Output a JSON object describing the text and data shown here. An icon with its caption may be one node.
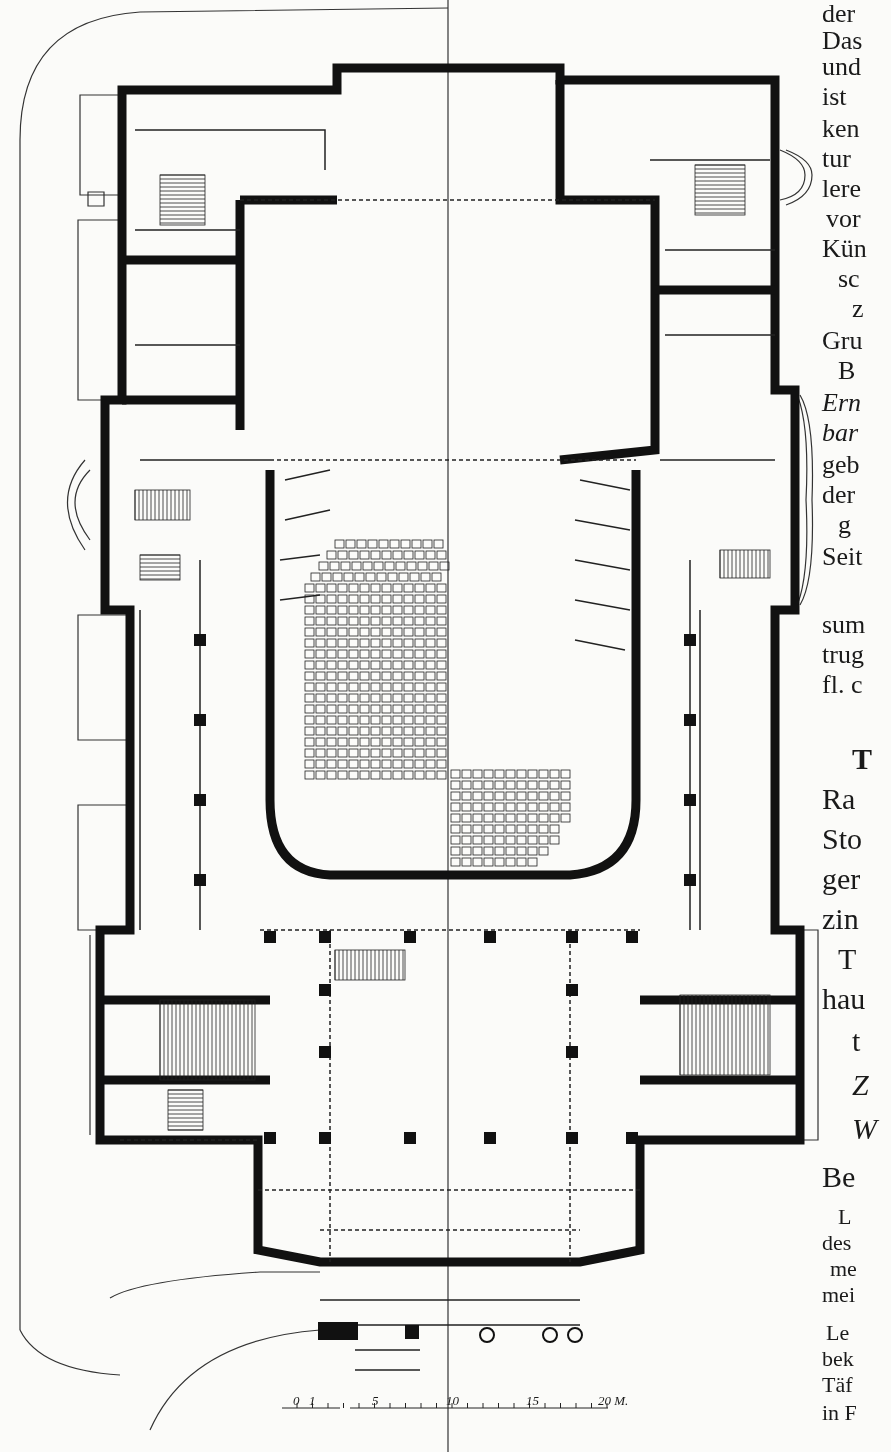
{
  "diagram": {
    "labels": [
      "der",
      "Das",
      "und",
      "ist",
      "ken",
      "tur",
      "lere",
      "vor",
      "Kün",
      "sc",
      "z",
      "Gru",
      "B",
      "Ern",
      "bar",
      "geb",
      "der",
      "g",
      "Seit",
      "sum",
      "trug",
      "fl. c",
      "T",
      "Ra",
      "Sto",
      "ger",
      "zin",
      "T",
      "hau",
      "t",
      "Z",
      "W",
      "Be",
      "L",
      "des",
      "me",
      "mei",
      "Le",
      "bek",
      "Täf",
      "in F",
      "0",
      "1",
      "5",
      "10",
      "15",
      "20 M."
    ]
  }
}
